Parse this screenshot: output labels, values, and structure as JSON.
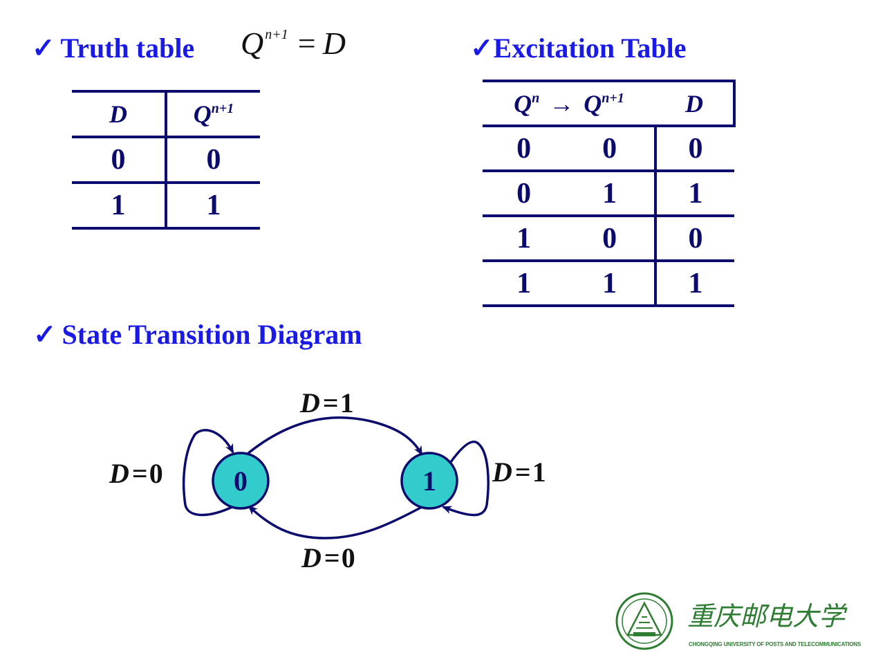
{
  "headings": {
    "truth_table": "Truth table",
    "excitation_table": "Excitation Table",
    "state_diagram": "State Transition Diagram",
    "check": "✓"
  },
  "formula": {
    "lhs": "Q",
    "sup": "n+1",
    "eq": "=",
    "rhs": "D"
  },
  "truth_table": {
    "header": {
      "col1": "D",
      "col2": "Q",
      "col2_sup": "n+1"
    },
    "rows": [
      [
        "0",
        "0"
      ],
      [
        "1",
        "1"
      ]
    ]
  },
  "excitation_table": {
    "header": {
      "from": "Q",
      "from_sup": "n",
      "arrow": "→",
      "to": "Q",
      "to_sup": "n+1",
      "input": "D"
    },
    "rows": [
      [
        "0",
        "0",
        "0"
      ],
      [
        "0",
        "1",
        "1"
      ],
      [
        "1",
        "0",
        "0"
      ],
      [
        "1",
        "1",
        "1"
      ]
    ]
  },
  "diagram": {
    "states": [
      "0",
      "1"
    ],
    "transitions": {
      "self_0": {
        "var": "D",
        "eq": "=",
        "val": "0"
      },
      "self_1": {
        "var": "D",
        "eq": "=",
        "val": "1"
      },
      "to_1": {
        "var": "D",
        "eq": "=",
        "val": "1"
      },
      "to_0": {
        "var": "D",
        "eq": "=",
        "val": "0"
      }
    },
    "colors": {
      "node_fill": "#33cccc",
      "stroke": "#0b0b6e"
    }
  },
  "logo": {
    "chinese_name": "重庆邮电大学",
    "caption": "CHONGQING UNIVERSITY OF POSTS AND TELECOMMUNICATIONS"
  },
  "colors": {
    "heading": "#1a1ae6",
    "table": "#0b0b6e",
    "logo": "#2e7d32"
  }
}
